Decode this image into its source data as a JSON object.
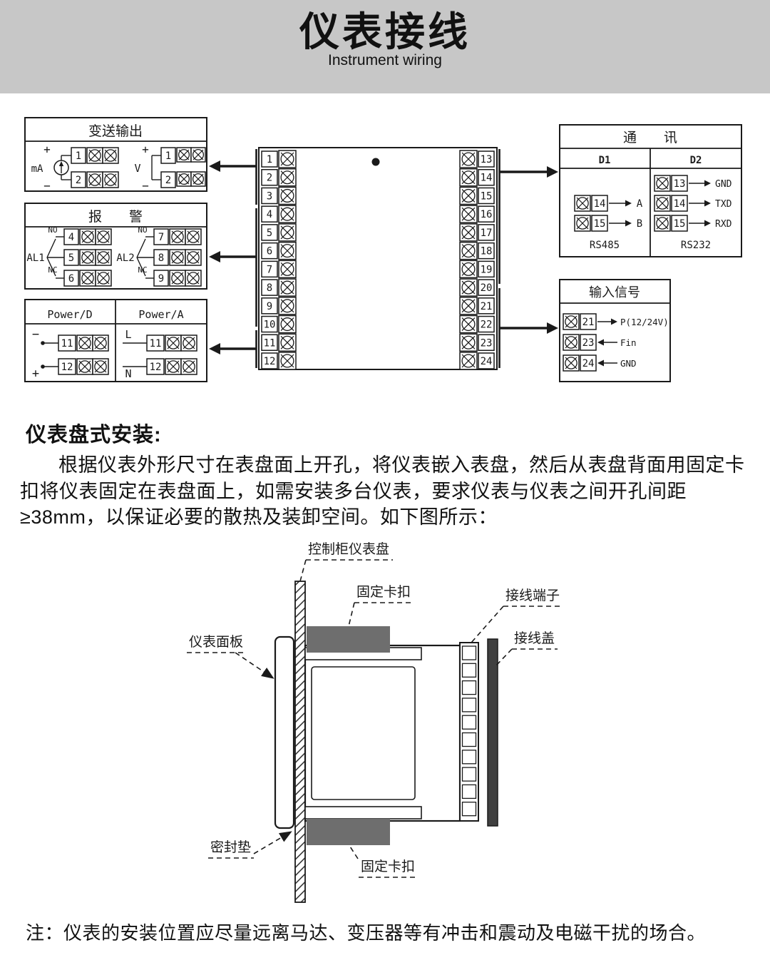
{
  "colors": {
    "header_bg": "#c7c7c7",
    "line": "#1a1a1a",
    "clip_fill": "#6e6e6e",
    "cover_fill": "#404040"
  },
  "header": {
    "title": "仪表接线",
    "subtitle": "Instrument wiring"
  },
  "wiring": {
    "transmission": {
      "title": "变送输出",
      "ma_label": "mA",
      "v_label": "V",
      "plus": "+",
      "minus": "−",
      "rows": [
        "1",
        "2"
      ]
    },
    "alarm": {
      "title": "报　　警",
      "groups": [
        {
          "name": "AL1",
          "no": "NO",
          "nc": "NC",
          "terminals": [
            "4",
            "5",
            "6"
          ]
        },
        {
          "name": "AL2",
          "no": "NO",
          "nc": "NC",
          "terminals": [
            "7",
            "8",
            "9"
          ]
        }
      ]
    },
    "power": {
      "d_title": "Power/D",
      "a_title": "Power/A",
      "minus": "−",
      "plus": "+",
      "l": "L",
      "n": "N",
      "d_terminals": [
        "11",
        "12"
      ],
      "a_terminals": [
        "11",
        "12"
      ]
    },
    "main_unit": {
      "left": [
        "1",
        "2",
        "3",
        "4",
        "5",
        "6",
        "7",
        "8",
        "9",
        "10",
        "11",
        "12"
      ],
      "right": [
        "13",
        "14",
        "15",
        "16",
        "17",
        "18",
        "19",
        "20",
        "21",
        "22",
        "23",
        "24"
      ]
    },
    "comm": {
      "title": "通　　讯",
      "d1": {
        "name": "D1",
        "rows": [
          {
            "num": "14",
            "label": "A"
          },
          {
            "num": "15",
            "label": "B"
          }
        ],
        "std": "RS485"
      },
      "d2": {
        "name": "D2",
        "rows": [
          {
            "num": "13",
            "label": "GND"
          },
          {
            "num": "14",
            "label": "TXD"
          },
          {
            "num": "15",
            "label": "RXD"
          }
        ],
        "std": "RS232"
      }
    },
    "input": {
      "title": "输入信号",
      "rows": [
        {
          "num": "21",
          "label": "P(12/24V)",
          "dir": "right"
        },
        {
          "num": "23",
          "label": "Fin",
          "dir": "left"
        },
        {
          "num": "24",
          "label": "GND",
          "dir": "left"
        }
      ]
    }
  },
  "install": {
    "heading": "仪表盘式安装:",
    "paragraph": "根据仪表外形尺寸在表盘面上开孔，将仪表嵌入表盘，然后从表盘背面用固定卡扣将仪表固定在表盘面上，如需安装多台仪表，要求仪表与仪表之间开孔间距≥38mm，以保证必要的散热及装卸空间。如下图所示：",
    "diagram_labels": {
      "panel": "控制柜仪表盘",
      "clip_top": "固定卡扣",
      "terminal_block": "接线端子",
      "wiring_cover": "接线盖",
      "front_panel": "仪表面板",
      "gasket": "密封垫",
      "clip_bottom": "固定卡扣"
    }
  },
  "note": "注：仪表的安装位置应尽量远离马达、变压器等有冲击和震动及电磁干扰的场合。"
}
